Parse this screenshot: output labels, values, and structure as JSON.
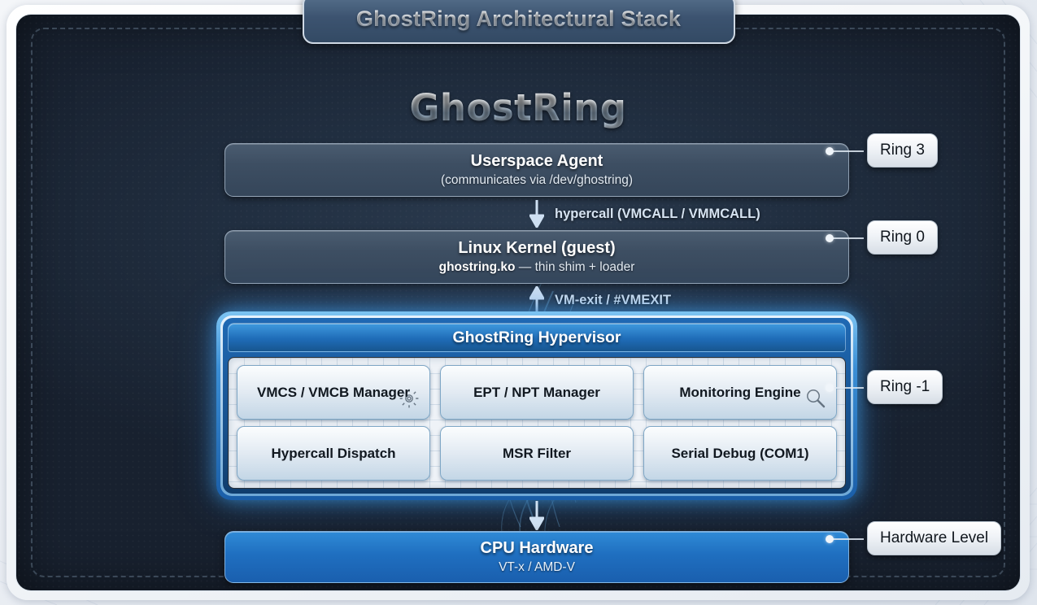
{
  "banner": {
    "title": "GhostRing Architectural Stack"
  },
  "logo": {
    "text": "GhostRing"
  },
  "layers": {
    "userspace": {
      "title": "Userspace Agent",
      "subtitle": "(communicates via /dev/ghostring)",
      "ring_label": "Ring 3"
    },
    "kernel": {
      "title": "Linux Kernel (guest)",
      "subtitle_bold": "ghostring.ko",
      "subtitle_rest": " — thin shim + loader",
      "ring_label": "Ring 0"
    },
    "hypervisor": {
      "title": "GhostRing Hypervisor",
      "ring_label": "Ring -1",
      "modules": [
        {
          "label": "VMCS / VMCB Manager",
          "icon": "gear-icon"
        },
        {
          "label": "EPT / NPT Manager",
          "icon": ""
        },
        {
          "label": "Monitoring Engine",
          "icon": "magnifier-icon"
        },
        {
          "label": "Hypercall Dispatch",
          "icon": ""
        },
        {
          "label": "MSR Filter",
          "icon": ""
        },
        {
          "label": "Serial Debug (COM1)",
          "icon": ""
        }
      ]
    },
    "cpu": {
      "title": "CPU Hardware",
      "subtitle": "VT-x / AMD-V",
      "ring_label": "Hardware Level"
    }
  },
  "transitions": {
    "hypercall": {
      "label": "hypercall (VMCALL / VMMCALL)",
      "direction": "down"
    },
    "vmexit": {
      "label": "VM-exit / #VMEXIT",
      "direction": "up"
    },
    "to_hardware": {
      "label": "",
      "direction": "down"
    }
  },
  "colors": {
    "panel_bg": "#212f41",
    "accent_blue": "#1f6fc0",
    "glow_blue": "#46a0eb",
    "cpu_blue": "#1f6fc0",
    "pill_bg": "#f0f3f7"
  }
}
